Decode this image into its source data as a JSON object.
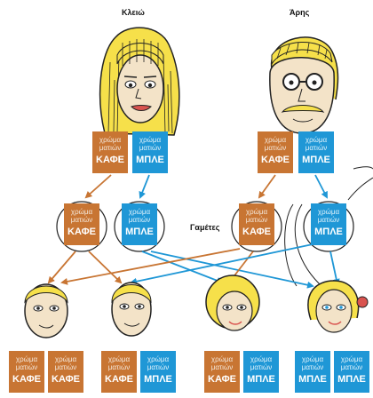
{
  "names": {
    "mother": "Κλειώ",
    "father": "Άρης"
  },
  "gametes_label": "Γαμέτες",
  "allele_text": {
    "line1": "χρώμα",
    "line2": "ματιών"
  },
  "alleles": {
    "brown": "ΚΑΦΕ",
    "blue": "ΜΠΛΕ"
  },
  "colors": {
    "brown": "#c87533",
    "blue": "#1f97d6",
    "hair_yellow": "#f6e04a",
    "skin": "#f3e3c8"
  },
  "parents": [
    {
      "name": "mother",
      "genotype": [
        "ΚΑΦΕ",
        "ΜΠΛΕ"
      ]
    },
    {
      "name": "father",
      "genotype": [
        "ΚΑΦΕ",
        "ΜΠΛΕ"
      ]
    }
  ],
  "offspring": [
    {
      "genotype": [
        "ΚΑΦΕ",
        "ΚΑΦΕ"
      ]
    },
    {
      "genotype": [
        "ΚΑΦΕ",
        "ΜΠΛΕ"
      ]
    },
    {
      "genotype": [
        "ΚΑΦΕ",
        "ΜΠΛΕ"
      ]
    },
    {
      "genotype": [
        "ΜΠΛΕ",
        "ΜΠΛΕ"
      ]
    }
  ]
}
